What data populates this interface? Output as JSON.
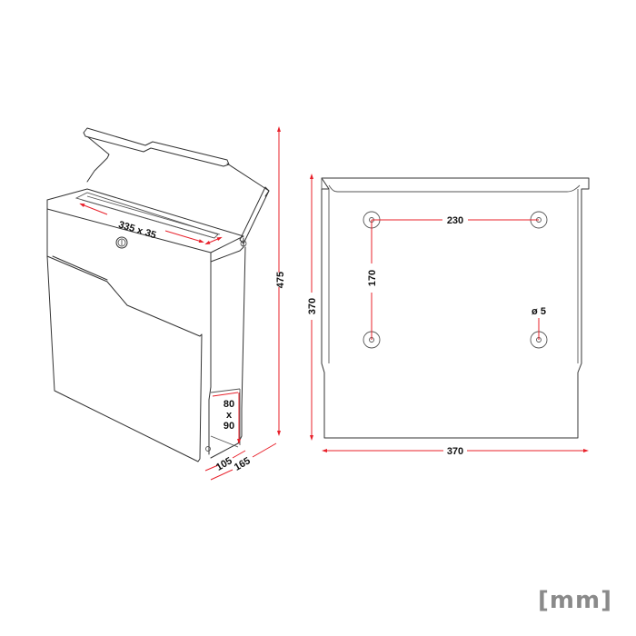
{
  "drawing": {
    "subject": "Wall-mounted mailbox technical drawing",
    "unit_label": "[mm]",
    "colors": {
      "outline": "#333333",
      "dimension": "#e8202a",
      "unit": "#8a8a8a"
    }
  },
  "perspective_view": {
    "dimensions": {
      "slot": "335 x 35",
      "height": "475",
      "newspaper_opening_w": "80",
      "newspaper_opening_x": "x",
      "newspaper_opening_h": "90",
      "depth_body": "105",
      "depth_total": "165"
    }
  },
  "rear_view": {
    "dimensions": {
      "height": "370",
      "width": "370",
      "hole_spacing_h": "230",
      "hole_spacing_v": "170",
      "hole_diameter": "ø 5"
    }
  }
}
